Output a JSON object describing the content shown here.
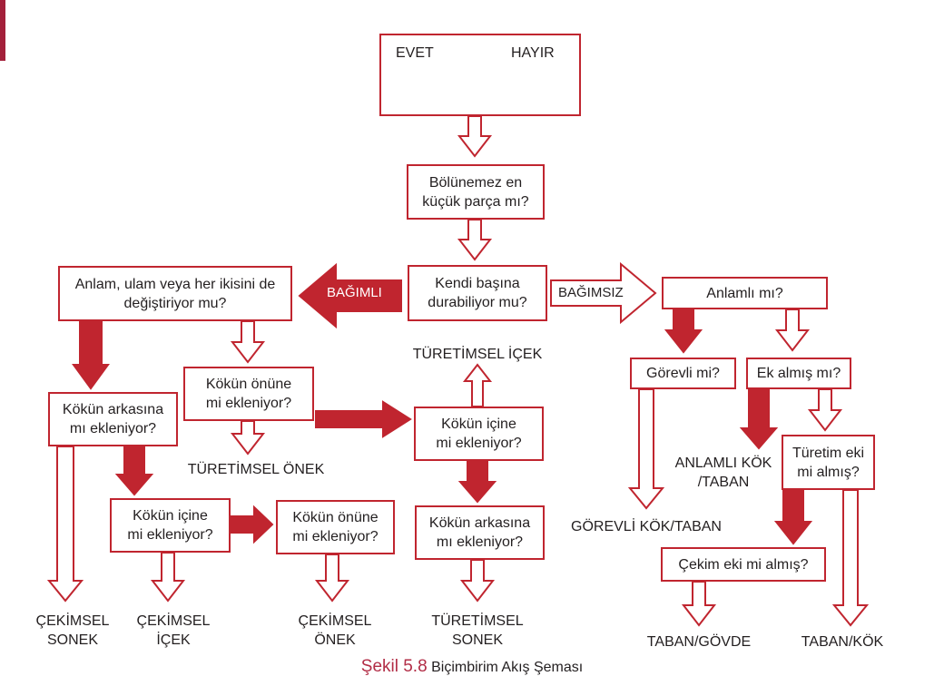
{
  "colors": {
    "accent": "#c0252f",
    "caption_accent": "#b22d46",
    "text": "#231f20"
  },
  "legend": {
    "yes_label": "EVET",
    "no_label": "HAYIR",
    "yes_symbol": "hollow-triangle",
    "no_symbol": "filled-triangle"
  },
  "nodes": {
    "bolunemez": "Bölünemez en\nküçük parça mı?",
    "kendi_basina": "Kendi başına\ndurabiliyor mu?",
    "anlam_ulam": "Anlam, ulam veya her ikisini de\ndeğiştiriyor mu?",
    "anlamli": "Anlamlı mı?",
    "gorevli": "Görevli mi?",
    "ek_almis": "Ek almış mı?",
    "turetim_eki": "Türetim eki\nmi almış?",
    "cekim_eki": "Çekim eki mi almış?",
    "kokun_onune_1": "Kökün önüne\nmi ekleniyor?",
    "kokun_arkasina_1": "Kökün arkasına\nmı ekleniyor?",
    "kokun_icine_1": "Kökün içine\nmi ekleniyor?",
    "kokun_onune_2": "Kökün önüne\nmi ekleniyor?",
    "kokun_icine_2": "Kökün içine\nmi ekleniyor?",
    "kokun_arkasina_2": "Kökün arkasına\nmı ekleniyor?"
  },
  "arrow_labels": {
    "bagimli": "BAĞIMLI",
    "bagimsiz": "BAĞIMSIZ"
  },
  "results": {
    "turetimsel_icek": "TÜRETİMSEL İÇEK",
    "turetimsel_onek": "TÜRETİMSEL ÖNEK",
    "cekimsel_sonek": "ÇEKİMSEL\nSONEK",
    "cekimsel_icek": "ÇEKİMSEL\nİÇEK",
    "cekimsel_onek": "ÇEKİMSEL\nÖNEK",
    "turetimsel_sonek": "TÜRETİMSEL\nSONEK",
    "anlamli_kok": "ANLAMLI KÖK\n/TABAN",
    "gorevli_kok": "GÖREVLİ KÖK/TABAN",
    "taban_govde": "TABAN/GÖVDE",
    "taban_kok": "TABAN/KÖK"
  },
  "caption": {
    "number": "Şekil 5.8",
    "title": " Biçimbirim Akış Şeması"
  }
}
